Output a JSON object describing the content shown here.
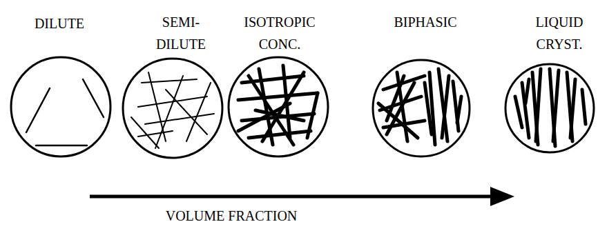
{
  "diagram": {
    "nodes": [
      {
        "text": [
          "DILUTE"
        ]
      },
      {
        "text": [
          "SEMI- DILUTE"
        ]
      },
      {
        "text": [
          "ISOTROPIC CONC."
        ]
      },
      {
        "text": [
          "BIPHASIC"
        ]
      },
      {
        "text": [
          "LIQUID CRYST."
        ]
      }
    ],
    "labels": [
      "VOLUME FRACTION"
    ]
  }
}
